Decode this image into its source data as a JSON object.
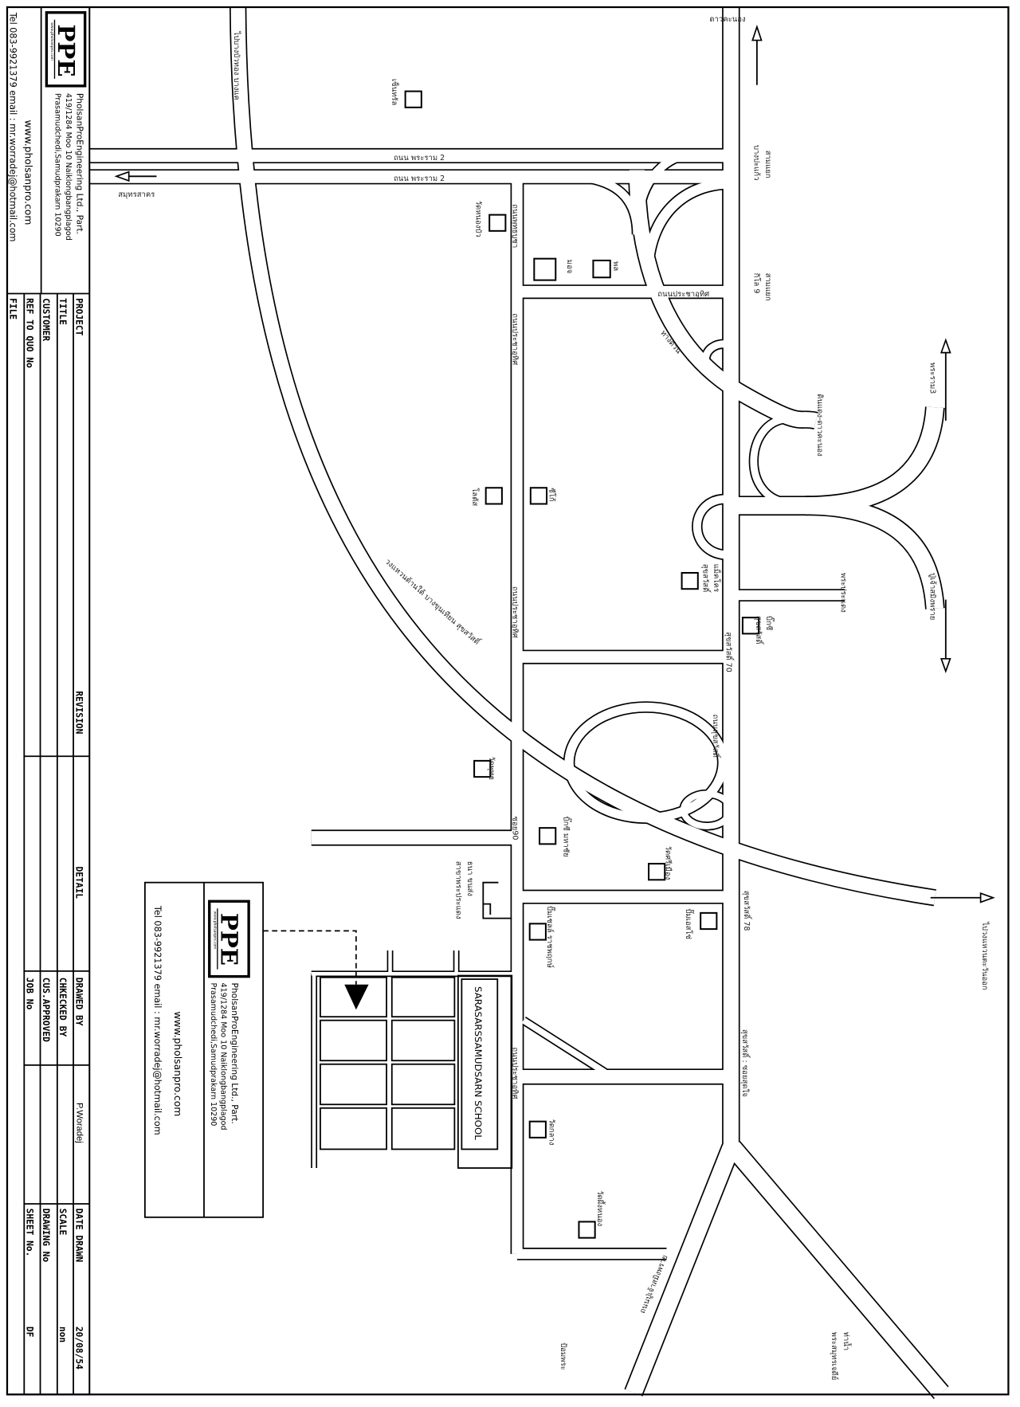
{
  "company": {
    "name": "PholsanProEngineering Ltd., Part.",
    "address1": "419/1284 Moo 10  Naiklongbangplagod",
    "address2": "Prasamudchedi,Samudprakarn  10290",
    "website": "www.pholsanpro.com",
    "contact": "Tel 083-9921379  email :  mr.worradej@hotmail.com",
    "logo_text": "PPE",
    "logo_url": "www.pholsanpro.com"
  },
  "title_block": {
    "labels": {
      "project": "PROJECT",
      "title": "TITLE",
      "customer": "CUSTOMER",
      "ref_quo": "REF TO QUO No",
      "file": "FILE",
      "revision": "REVISION",
      "detail": "DETAIL",
      "drawed_by": "DRAWED BY",
      "checked_by": "CHKECKED BY",
      "cus_approved": "CUS.APPROVED",
      "job_no": "JOB No",
      "date_drawn": "DATE DRAWN",
      "scale": "SCALE",
      "drawing_no": "DRAWING No",
      "sheet_no": "SHEET No."
    },
    "values": {
      "drawed_by": "P.Woradej",
      "date_drawn": "20/08/54",
      "scale": "non",
      "sheet_no": "DF"
    }
  },
  "map": {
    "school": "SARASARSSAMUDSARN SCHOOL",
    "labels": {
      "dao_khanong": "ดาวคะนอง",
      "rama2_a": "ถนน พระราม 2",
      "rama2_b": "ถนน พระราม 2",
      "samut_sakhon": "สมุทรสาคร",
      "to_bang_bua_thong": "ไปบางบัวทอง บางแค",
      "central": "เซ็นทรัล",
      "wat_nong_bua": "วัดหนองบัว",
      "phuttha_bucha_rd": "ถนนพุทธบูชา",
      "mo_cho": "มอจ",
      "pol": "พล",
      "pracha_uthit_h": "ถนนประชาอุทิศ",
      "expressway": "ทางด่วน",
      "junction1_a": "สามแยก",
      "junction1_b": "บางปะแก้ว",
      "junction2_a": "สามแยก",
      "junction2_b": "กิโล 9",
      "rama3": "พระราม3",
      "din_daeng": "ดินแดง-ดาวคะนอง",
      "phra_pradaeng": "พระประแดง",
      "pu_chao": "ปู่เจ้าสมิงพราย",
      "bigc_a": "บิ๊กซี",
      "bigc_b": "สุขสวัสดิ์",
      "makro_a": "แม็คโคร",
      "makro_b": "สุขสวัสดิ์",
      "suksawat70": "สุขสวัสดิ์ 70",
      "suksawat_rd": "ถนนสุขสวัสดิ์",
      "seiko": "ซีโก้",
      "lotus": "โลตัส",
      "pracha_uthit_1": "ถนนประชาอุทิศ",
      "pracha_uthit_2": "ถนนประชาอุทิศ",
      "pracha_uthit_3": "ถนนประชาอุทิศ",
      "ring_road": "วงแหวนด้านใต้  บางขุนเทียน  สุขสวัสดิ์",
      "wat_phut": "วัดพุทธ",
      "soi90": "ซอย90",
      "bigc_mahachai": "บิ๊กซี มหาชัย",
      "wat_sri_mueang": "วัดศรีเมือง",
      "transport_a": "ธนา ขนส่ง",
      "transport_b": "สาขาพระประแดง",
      "esso": "ปั๊มเอสโซ่",
      "shell": "ปั๊มเชลล์ ราชพฤกษ์",
      "suksawat78": "สุขสวัสดิ์ 78",
      "suksawat_soi": "สุขสวัสดิ์ : ซอยสุดใจ",
      "wat_klang": "วัดกลาง",
      "wat_phueng": "วัดผึ้งหนอง",
      "pu_chao_rd": "ถนนปู่เจ้าสมิงพราย",
      "pom_phra": "ป้อมพระ",
      "pier_a": "ท่าน้ำ",
      "pier_b": "พระสมุทรเจดีย์",
      "to_ring_east": "ไปวงแหวนตะวันออก"
    }
  },
  "colors": {
    "scale_value": "#0000ff"
  }
}
